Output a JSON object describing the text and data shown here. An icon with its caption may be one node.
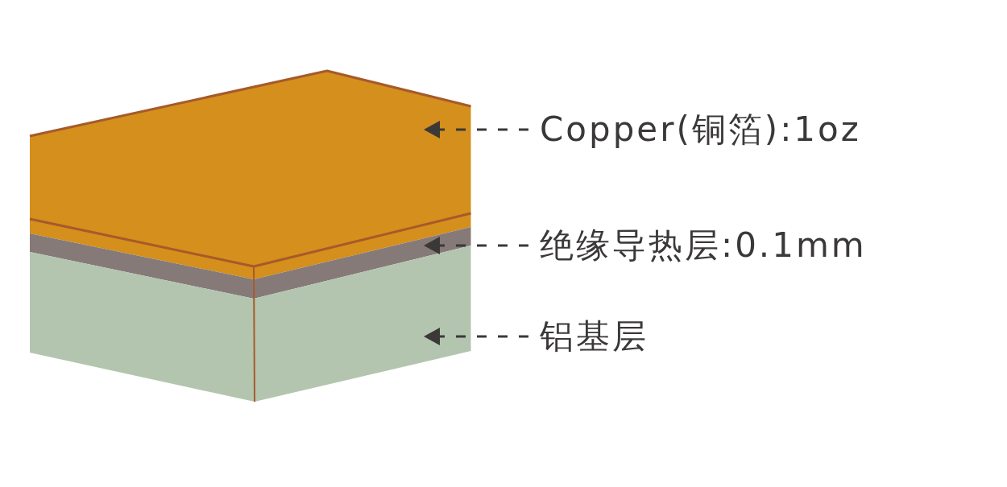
{
  "diagram": {
    "nodes": [
      {
        "text": [],
        "shape": "box"
      },
      {
        "text": [],
        "shape": "box"
      },
      {
        "text": [],
        "shape": "box"
      },
      {
        "text": [
          "Copper(铜箔):1oz"
        ]
      },
      {
        "text": [
          "绝缘导热层:0.1mm"
        ]
      },
      {
        "text": [
          "铝基层"
        ]
      }
    ],
    "edges": [
      {
        "from": 3,
        "to": 0,
        "arrow": "to",
        "style": "dashed"
      },
      {
        "from": 4,
        "to": 1,
        "arrow": "to",
        "style": "dashed"
      },
      {
        "from": 5,
        "to": 2,
        "arrow": "to",
        "style": "dashed"
      }
    ]
  }
}
